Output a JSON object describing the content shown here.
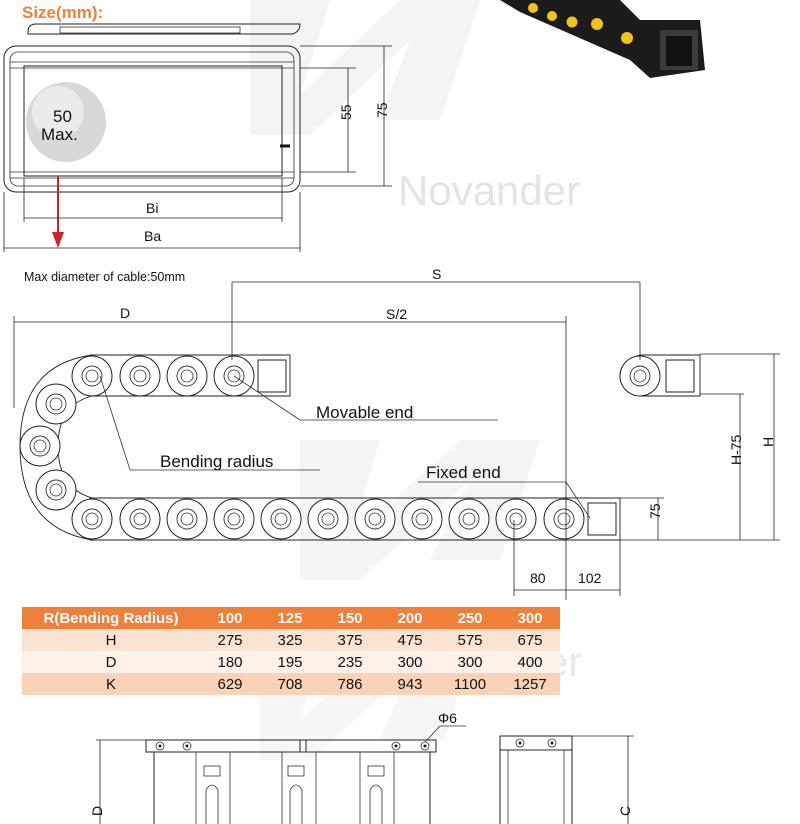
{
  "header": {
    "size_label": "Size(mm):"
  },
  "watermark": {
    "brand": "Novander"
  },
  "cross_section": {
    "cable_max_value": "50",
    "cable_max_word": "Max.",
    "dim_inner_height": "55",
    "dim_outer_height": "75",
    "dim_inner_width": "Bi",
    "dim_outer_width": "Ba"
  },
  "caption": {
    "max_cable": "Max diameter of cable:50mm"
  },
  "chain_drawing": {
    "dim_s": "S",
    "dim_half_s": "S/2",
    "dim_d": "D",
    "label_movable": "Movable end",
    "label_bending": "Bending radius",
    "label_fixed": "Fixed end",
    "dim_h": "H",
    "dim_h_minus": "H-75",
    "dim_75": "75",
    "dim_80": "80",
    "dim_102": "102"
  },
  "spec_table": {
    "header": [
      "R(Bending Radius)",
      "100",
      "125",
      "150",
      "200",
      "250",
      "300"
    ],
    "rows": [
      [
        "H",
        "275",
        "325",
        "375",
        "475",
        "575",
        "675"
      ],
      [
        "D",
        "180",
        "195",
        "235",
        "300",
        "300",
        "400"
      ],
      [
        "K",
        "629",
        "708",
        "786",
        "943",
        "1100",
        "1257"
      ]
    ]
  },
  "bottom_drawing": {
    "dim_hole": "Φ6",
    "dim_d": "D",
    "dim_c": "C"
  },
  "colors": {
    "accent_orange": "#f07f3a",
    "arrow_red": "#d42020"
  }
}
